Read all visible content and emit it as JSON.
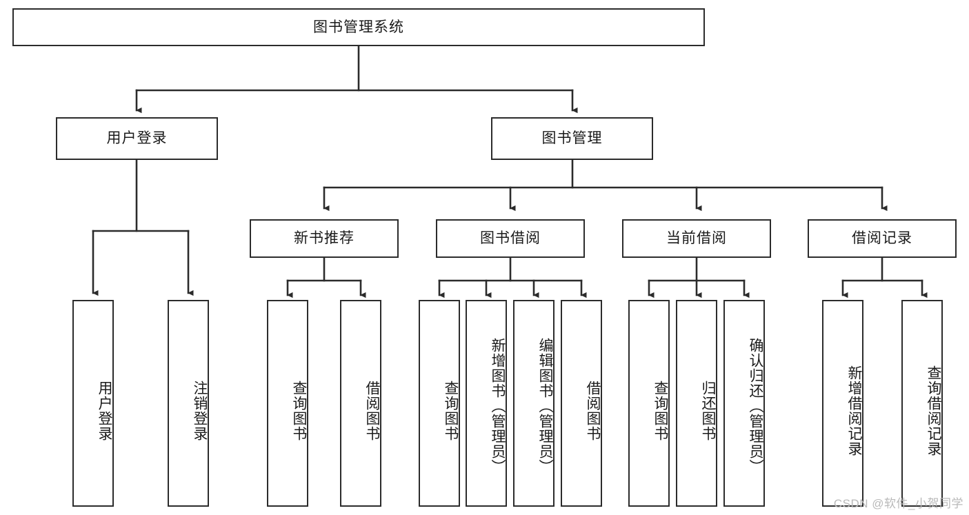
{
  "diagram": {
    "type": "tree",
    "title": "图书管理系统",
    "root": {
      "id": "root",
      "label": "图书管理系统"
    },
    "level2": [
      {
        "id": "user-login",
        "label": "用户登录"
      },
      {
        "id": "book-manage",
        "label": "图书管理"
      }
    ],
    "level3": [
      {
        "id": "new-book-recommend",
        "label": "新书推荐"
      },
      {
        "id": "book-borrow",
        "label": "图书借阅"
      },
      {
        "id": "current-borrow",
        "label": "当前借阅"
      },
      {
        "id": "borrow-record",
        "label": "借阅记录"
      }
    ],
    "leaves": {
      "user_login": [
        {
          "id": "leaf-user-login",
          "label": "用户登录"
        },
        {
          "id": "leaf-user-logout",
          "label": "注销登录"
        }
      ],
      "new_book_recommend": [
        {
          "id": "leaf-query-book-1",
          "label": "查询图书"
        },
        {
          "id": "leaf-borrow-book-1",
          "label": "借阅图书"
        }
      ],
      "book_borrow": [
        {
          "id": "leaf-query-book-2",
          "label": "查询图书"
        },
        {
          "id": "leaf-add-book",
          "label": "新增图书（管理员）"
        },
        {
          "id": "leaf-edit-book",
          "label": "编辑图书（管理员）"
        },
        {
          "id": "leaf-borrow-book-2",
          "label": "借阅图书"
        }
      ],
      "current_borrow": [
        {
          "id": "leaf-query-book-3",
          "label": "查询图书"
        },
        {
          "id": "leaf-return-book",
          "label": "归还图书"
        },
        {
          "id": "leaf-confirm-return",
          "label": "确认归还（管理员）"
        }
      ],
      "borrow_record": [
        {
          "id": "leaf-add-record",
          "label": "新增借阅记录"
        },
        {
          "id": "leaf-query-record",
          "label": "查询借阅记录"
        }
      ]
    }
  },
  "watermark": {
    "text": "CSDN @软件_小贺同学"
  },
  "colors": {
    "stroke": "#2b2b2b",
    "fill": "#ffffff",
    "text": "#1a1a1a",
    "watermark": "#b9b9b9"
  }
}
